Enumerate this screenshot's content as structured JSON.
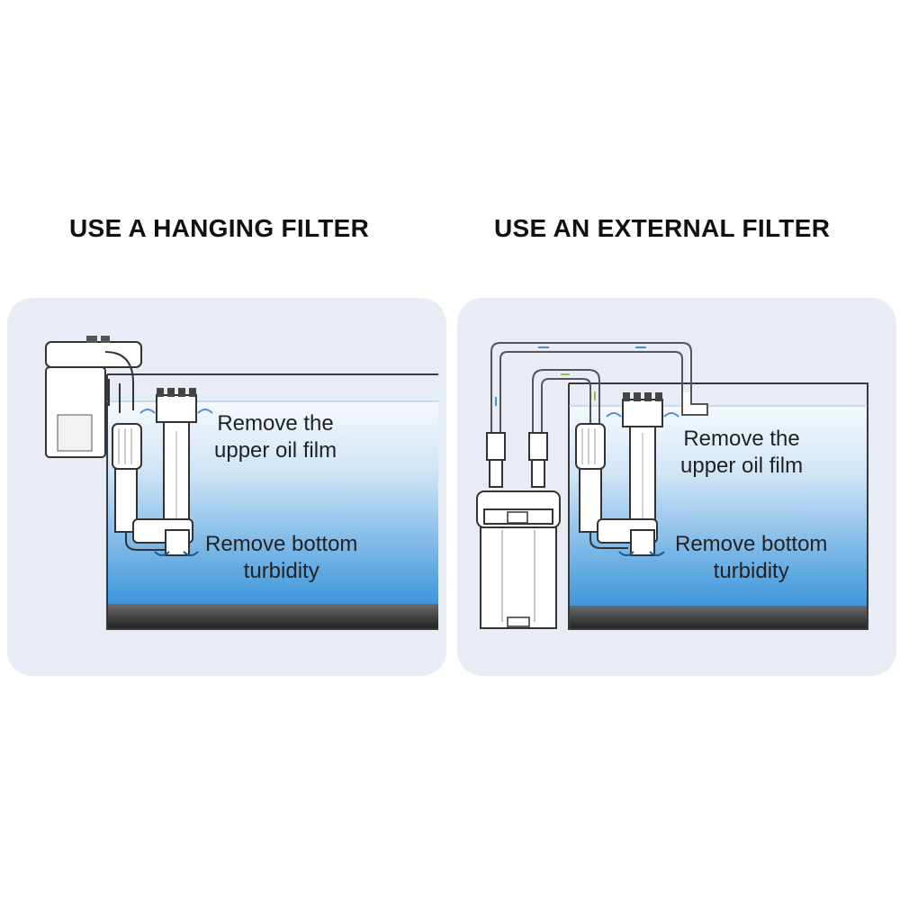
{
  "colors": {
    "panel_bg": "#e8edf5",
    "water_top": "#f4f8fc",
    "water_bottom": "#3f98dc",
    "gravel": "#2b2b2b",
    "outline": "#3a3a3a",
    "flow_blue": "#4a90d9",
    "flow_green": "#8bc34a"
  },
  "left_panel": {
    "title": "USE A HANGING FILTER",
    "upper_label": {
      "line1": "Remove the",
      "line2": "upper oil film"
    },
    "bottom_label": {
      "line1": "Remove bottom",
      "line2": "turbidity"
    },
    "filter_type": "hanging-filter"
  },
  "right_panel": {
    "title": "USE AN EXTERNAL FILTER",
    "upper_label": {
      "line1": "Remove the",
      "line2": "upper oil film"
    },
    "bottom_label": {
      "line1": "Remove bottom",
      "line2": "turbidity"
    },
    "filter_type": "external-canister-filter"
  }
}
